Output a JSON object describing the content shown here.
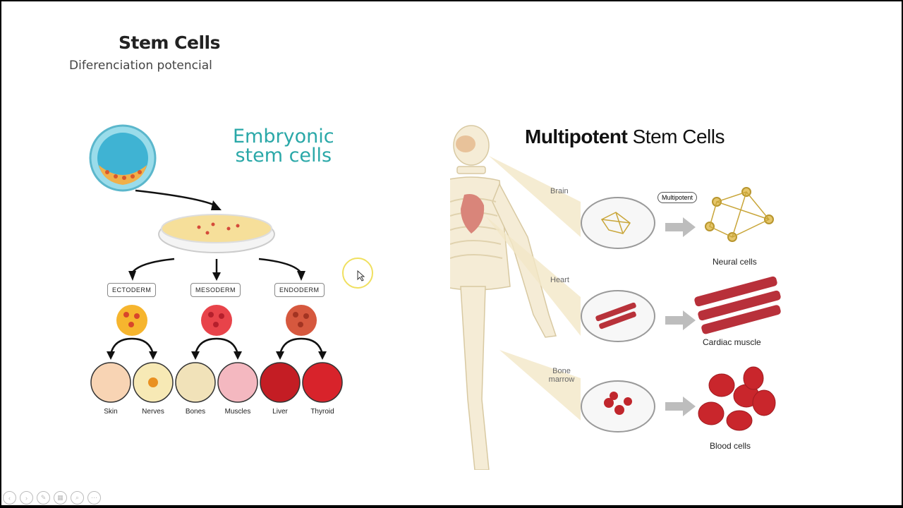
{
  "slide": {
    "title": "Stem Cells",
    "subtitle": "Diferenciation potencial"
  },
  "left_figure": {
    "heading_line1": "Embryonic",
    "heading_line2": "stem cells",
    "germ_layers": [
      "ECTODERM",
      "MESODERM",
      "ENDODERM"
    ],
    "tissues": [
      "Skin",
      "Nerves",
      "Bones",
      "Muscles",
      "Liver",
      "Thyroid"
    ],
    "colors": {
      "heading": "#2aa8a8",
      "cell_teal": "#7fd3e6"
    }
  },
  "right_figure": {
    "heading_bold": "Multipotent",
    "heading_rest": " Stem Cells",
    "tag": "Multipotent",
    "organs": [
      "Brain",
      "Heart",
      "Bone marrow"
    ],
    "results": [
      "Neural cells",
      "Cardiac muscle",
      "Blood cells"
    ]
  },
  "toolbar": {
    "icons": [
      "prev-icon",
      "next-icon",
      "pen-icon",
      "slides-icon",
      "zoom-icon",
      "more-icon"
    ],
    "glyphs": [
      "‹",
      "›",
      "✎",
      "▦",
      "⌕",
      "⋯"
    ]
  },
  "cursor_highlight": {
    "color": "#f0e060"
  }
}
